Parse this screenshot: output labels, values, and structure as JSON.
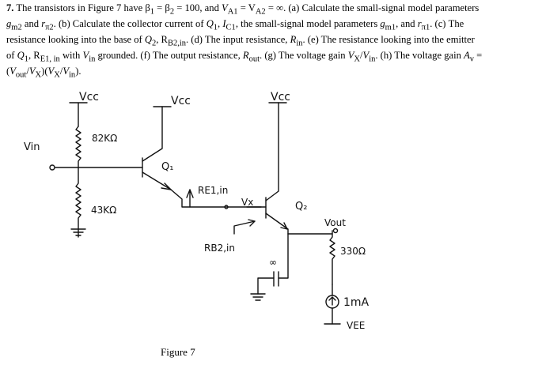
{
  "problem": {
    "number": "7.",
    "pre": "The transistors in Figure 7 have β",
    "s1": "1",
    "eq1": " = β",
    "s2": "2",
    "eq2": " = 100, and ",
    "va1": "V",
    "va1s": "A1",
    "eq3": " = V",
    "va2s": "A2",
    "eq4": " = ∞. (a) Calculate the small-signal model parameters",
    "gm2": "g",
    "gm2s": "m2",
    "and1": " and ",
    "rpi2": "r",
    "rpi2s": "π2",
    "b_part": ". (b) Calculate the collector current of ",
    "q1": "Q",
    "q1s": "1",
    "ic1": " I",
    "ic1s": "C1",
    "b_part2": ", the small-signal model parameters ",
    "gm1": "g",
    "gm1s": "m1",
    "and2": ", and ",
    "rpi1": "r",
    "rpi1s": "π1",
    "c_part": ". (c) The",
    "line3": "resistance looking into the base of ",
    "q2": "Q",
    "q2s": "2",
    "rb2": ", R",
    "rb2s": "B2,in",
    "d_part": ". (d) The input resistance, ",
    "rin": "R",
    "rins": "in",
    "e_part": ". (e) The resistance looking into the emitter",
    "line4a": "of ",
    "q1b": "Q",
    "q1bs": "1",
    "re1": ", R",
    "re1s": "E1, in",
    "line4b": " with ",
    "vin": "V",
    "vins": "in",
    "line4c": " grounded. (f) The output resistance, ",
    "rout": "R",
    "routs": "out",
    "line4d": ". (g) The voltage gain ",
    "vx": "V",
    "vxs": "X",
    "slash": "/",
    "vin2": "V",
    "vin2s": "in",
    "line4e": ". (h) The voltage gain ",
    "av": "A",
    "avs": "v",
    "line4f": " =",
    "line5a": "(",
    "vout": "V",
    "vouts": "out",
    "line5b": "/",
    "vx2": "V",
    "vx2s": "X",
    "line5c": ")(",
    "vx3": "V",
    "vx3s": "X",
    "line5d": "/",
    "vin3": "V",
    "vin3s": "in",
    "line5e": ")."
  },
  "schematic": {
    "vcc1": "Vcc",
    "vcc2": "Vcc",
    "vcc3": "Vcc",
    "vin_label": "Vin",
    "r_top": "82KΩ",
    "r_bot": "43KΩ",
    "q1_label": "Q₁",
    "q2_label": "Q₂",
    "re1_label": "RE1,in",
    "vx_label": "Vx",
    "rb2_label": "RB2,in",
    "vout_label": "Vout",
    "r_load": "330Ω",
    "cap_label": "∞",
    "isrc": "1mA",
    "vee": "VEE"
  },
  "figure_caption": "Figure 7"
}
